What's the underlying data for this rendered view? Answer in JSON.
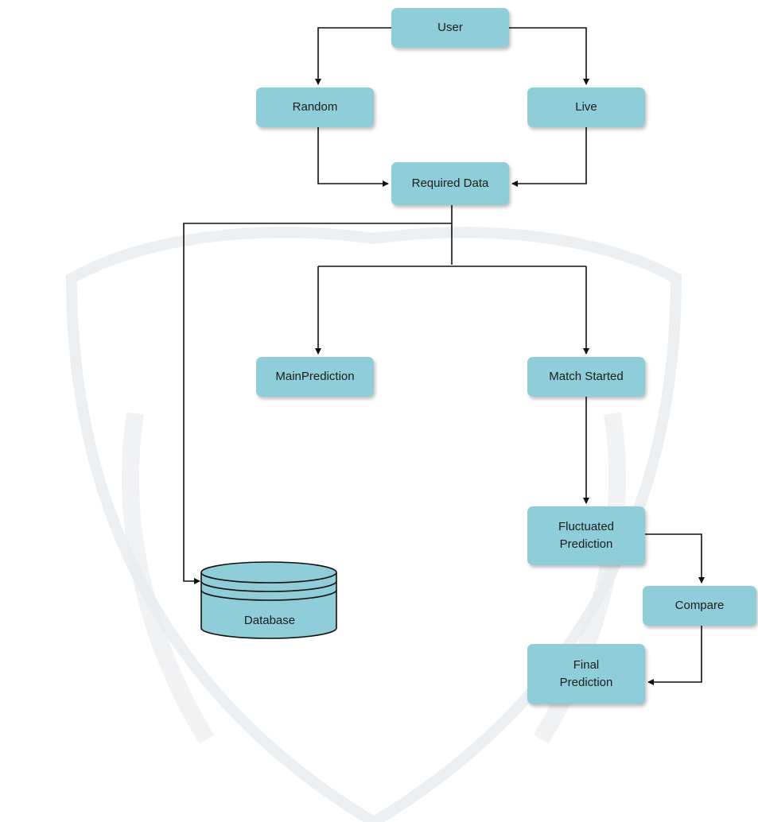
{
  "nodes": {
    "user": "User",
    "random": "Random",
    "live": "Live",
    "required_data": "Required Data",
    "main_prediction": "MainPrediction",
    "match_started": "Match Started",
    "fluctuated_prediction": [
      "Fluctuated",
      "Prediction"
    ],
    "compare": "Compare",
    "final_prediction": [
      "Final",
      "Prediction"
    ],
    "database": "Database"
  },
  "colors": {
    "node_fill": "#8fcdd9",
    "line": "#111111",
    "watermark": "#e9ecef"
  }
}
